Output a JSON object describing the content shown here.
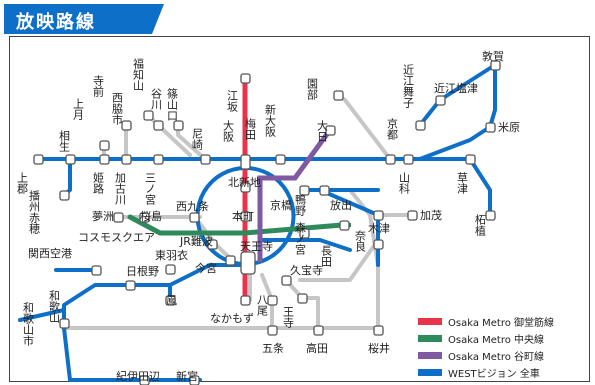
{
  "header": {
    "title": "放映路線"
  },
  "legend": [
    {
      "label": "Osaka Metro 御堂筋線",
      "color": "#e8334a"
    },
    {
      "label": "Osaka Metro 中央線",
      "color": "#2e8a5a"
    },
    {
      "label": "Osaka Metro 谷町線",
      "color": "#7f5aa2"
    },
    {
      "label": "WESTビジョン 全車",
      "color": "#0d6fc7"
    }
  ],
  "colors": {
    "west": "#0d6fc7",
    "gray": "#c6c6c6",
    "midosuji": "#e8334a",
    "chuo": "#2e8a5a",
    "tanimachi": "#7f5aa2",
    "station": "#ffffff"
  },
  "stations": {
    "kamigori": "上郡",
    "aioi": "相生",
    "harima_ako": "播州赤穂",
    "kakogawa_teramae": "寺前",
    "kamizuki": "上月",
    "himeji": "姫路",
    "nishiwaki": "西脇市",
    "kakogawa": "加古川",
    "sannomiya": "三ノ宮",
    "fukuchiyama": "福知山",
    "tanigawa": "谷川",
    "sasayamaguchi": "篠山口",
    "amagasaki": "尼崎",
    "osaka": "大阪",
    "umeda": "梅田",
    "esaka": "江坂",
    "shin_osaka": "新大阪",
    "kitashinchi": "北新地",
    "kyobashi": "京橋",
    "sonobe": "園部",
    "daito": "大日",
    "kyoto": "京都",
    "yamashina": "山科",
    "omi_shiotsu": "近江塩津",
    "kintetsu_maiko": "近江舞子",
    "tsuruga": "敦賀",
    "maibara": "米原",
    "kusatsu": "草津",
    "tsuge": "柘植",
    "yumesaki": "夢洲",
    "sakurajima": "桜島",
    "cosmosquare": "コスモスクエア",
    "nishikujo": "西九条",
    "honmachi": "本町",
    "jr_namba": "JR難波",
    "kansai_airport": "関西空港",
    "higashi_hagoromo": "東羽衣",
    "imamiya": "今宮",
    "tennoji": "天王寺",
    "hineno": "日根野",
    "otori": "鳳",
    "wakayamashi": "和歌山市",
    "wakayama": "和歌山",
    "kisei_futami": "紀伊田辺",
    "shingu": "新宮",
    "nakamozu": "なかもず",
    "yao": "八尾",
    "oji": "王寺",
    "kyuhoji": "久宝寺",
    "gojo": "五条",
    "takada": "高田",
    "sakurai": "桜井",
    "morinomiya": "森ノ宮",
    "nagata": "長田",
    "hanaten": "放出",
    "tsurumi": "鴨野",
    "kizu": "木津",
    "nara": "奈良",
    "kamo": "加茂"
  }
}
